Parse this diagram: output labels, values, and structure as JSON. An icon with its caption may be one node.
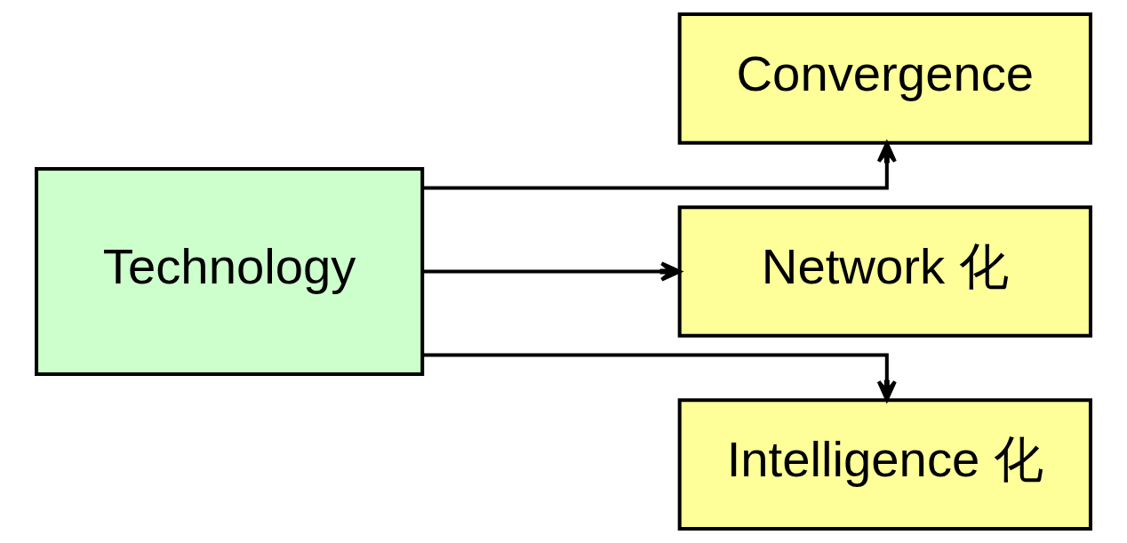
{
  "diagram": {
    "nodes": [
      {
        "text": [
          "Technology"
        ]
      },
      {
        "text": [
          "Convergence"
        ]
      },
      {
        "text": [
          "Network 化"
        ]
      },
      {
        "text": [
          "Intelligence 化"
        ]
      }
    ],
    "edges": [
      {
        "from": 0,
        "to": 1,
        "arrow": "to"
      },
      {
        "from": 0,
        "to": 2,
        "arrow": "to"
      },
      {
        "from": 0,
        "to": 3,
        "arrow": "to"
      }
    ]
  }
}
